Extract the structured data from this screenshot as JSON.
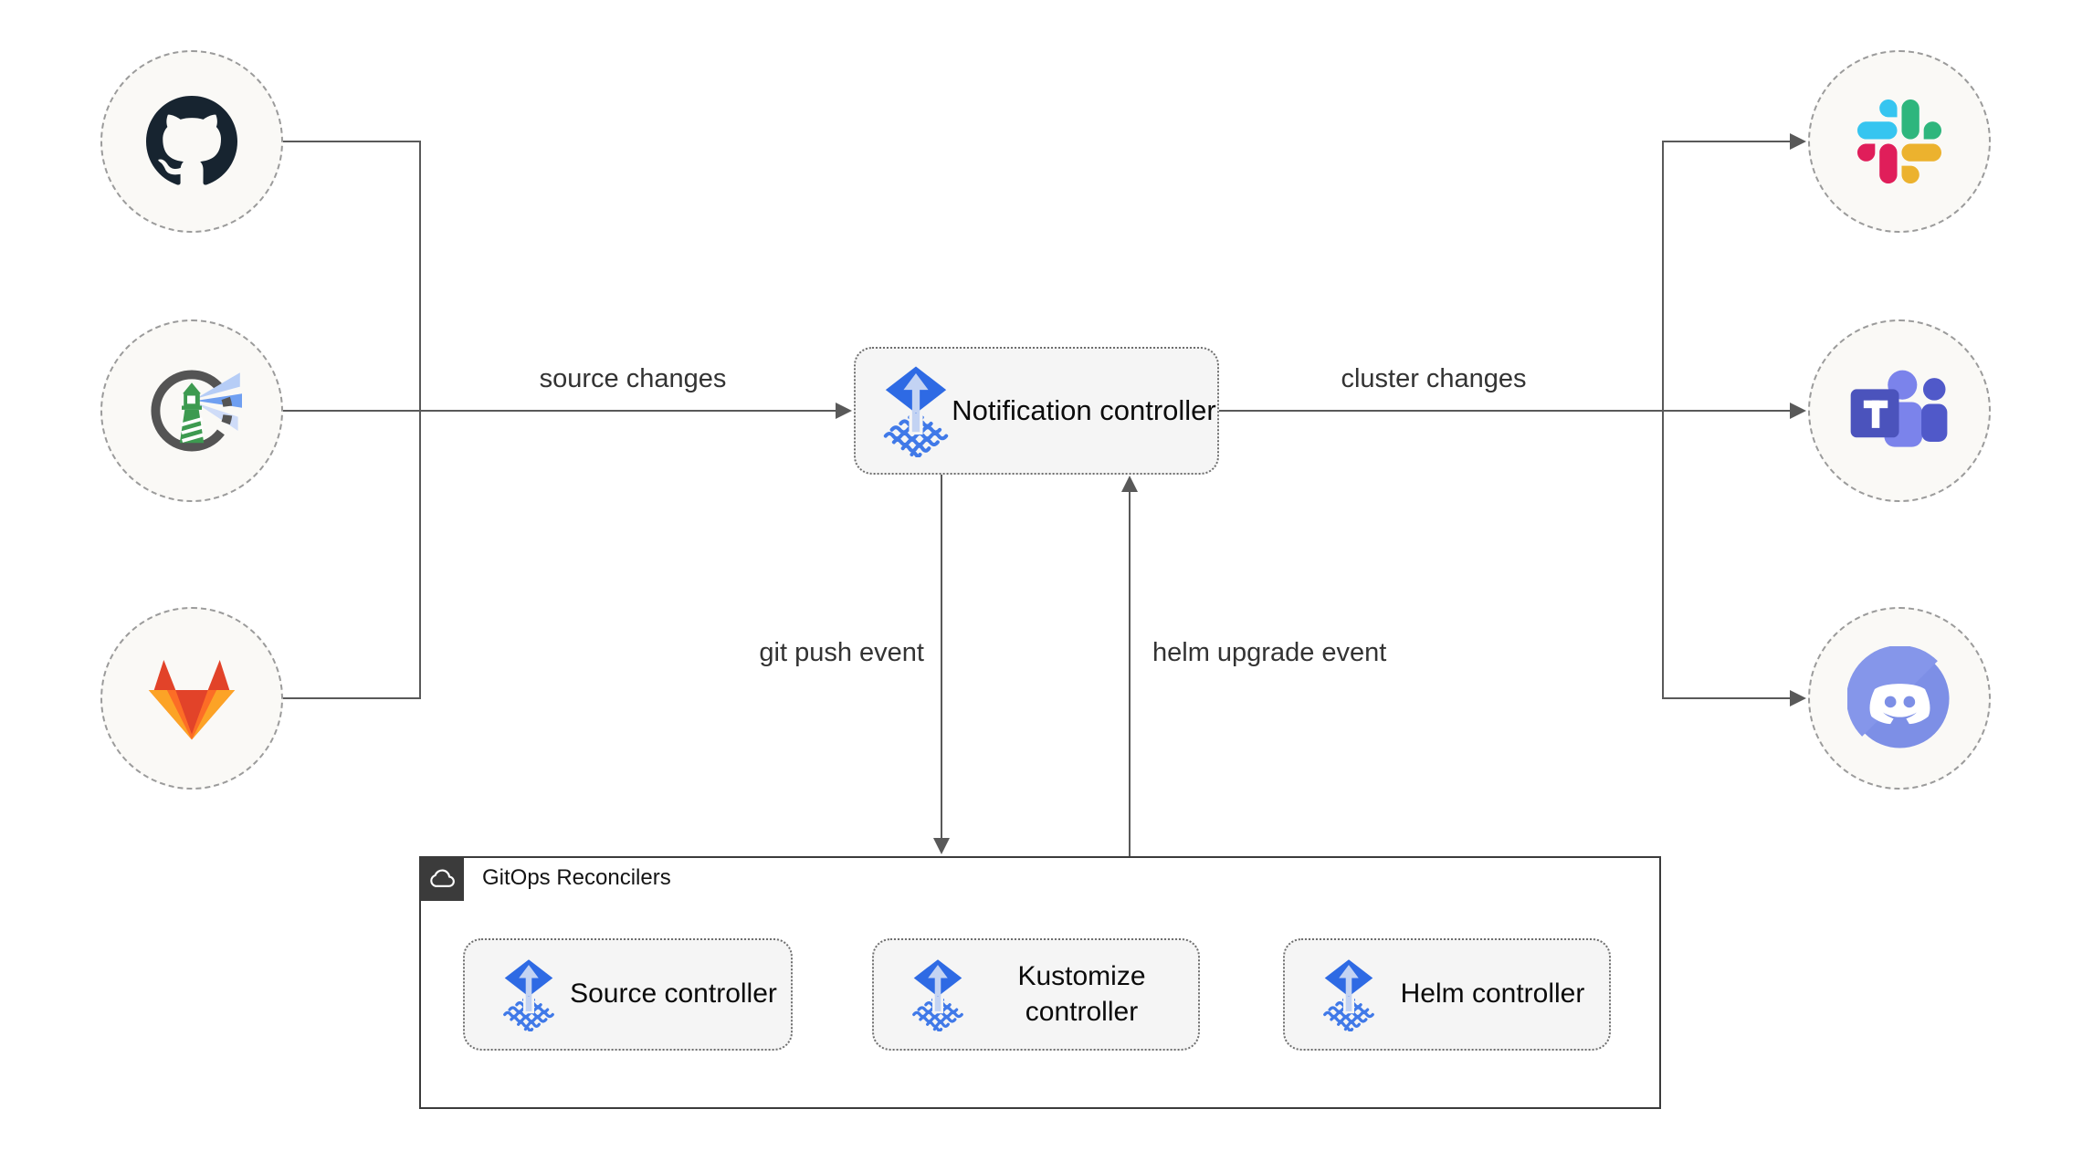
{
  "colors": {
    "line": "#595959",
    "circle_fill": "#faf9f6",
    "circle_border": "#9b9b9b",
    "box_fill": "#f5f5f5",
    "box_border": "#6e6e6e",
    "container_border": "#3b3b3b",
    "badge_fill": "#3b3b3b",
    "flux_diamond": "#2e6ae4",
    "flux_arrow": "#c3d3f3",
    "flux_stripes": "#4079e8"
  },
  "sources": [
    {
      "icon": "github-icon"
    },
    {
      "icon": "harbor-icon"
    },
    {
      "icon": "gitlab-icon"
    }
  ],
  "targets": [
    {
      "icon": "slack-icon"
    },
    {
      "icon": "teams-icon"
    },
    {
      "icon": "discord-icon"
    }
  ],
  "notification": {
    "label": "Notification controller"
  },
  "edges": {
    "source_changes": "source changes",
    "cluster_changes": "cluster changes",
    "git_push": "git push event",
    "helm_upgrade": "helm upgrade event"
  },
  "reconcilers": {
    "title": "GitOps Reconcilers",
    "items": [
      {
        "label": "Source controller"
      },
      {
        "label": "Kustomize controller"
      },
      {
        "label": "Helm controller"
      }
    ]
  }
}
